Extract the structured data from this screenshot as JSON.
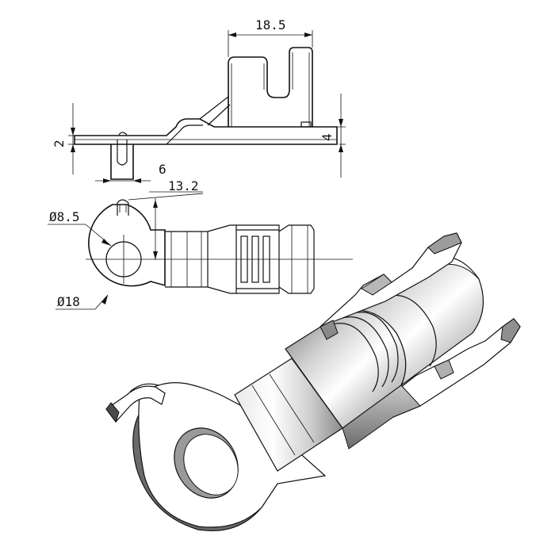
{
  "drawing": {
    "dimensions": {
      "top_width": "18.5",
      "left_height": "2",
      "right_height": "4",
      "slot_width": "6",
      "offset": "13.2",
      "hole_diameter": "Ø8.5",
      "outer_diameter": "Ø18"
    }
  }
}
